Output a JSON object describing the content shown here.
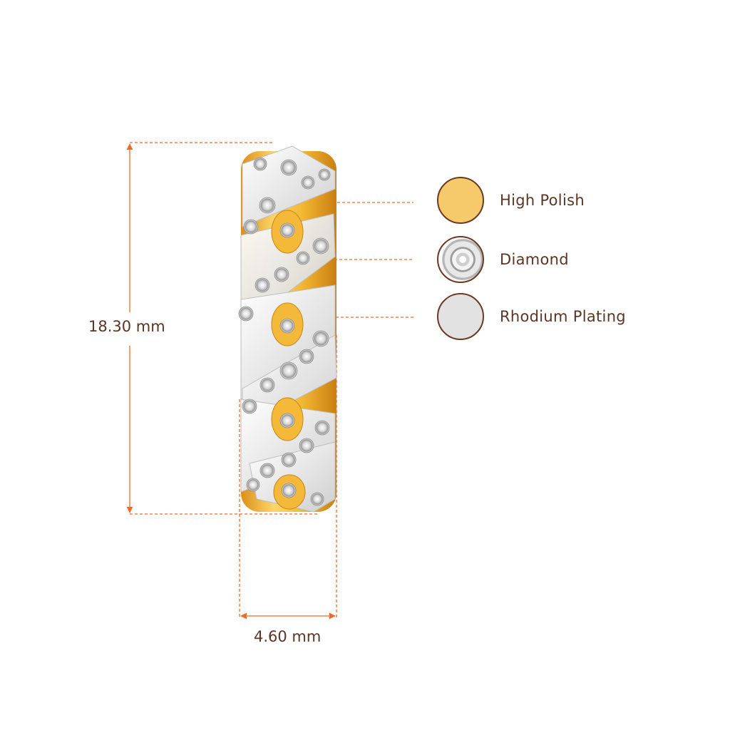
{
  "dimensions": {
    "height_label": "18.30 mm",
    "width_label": "4.60 mm"
  },
  "legend": [
    {
      "label": "High Polish",
      "color": "#f6c96a"
    },
    {
      "label": "Diamond",
      "color": "#e6e6e6"
    },
    {
      "label": "Rhodium Plating",
      "color": "#e2e2e2"
    }
  ],
  "colors": {
    "dimension_line": "#f06a2a",
    "text": "#5b3524",
    "gold": "#f2b632",
    "rhodium": "#eeeeee"
  }
}
